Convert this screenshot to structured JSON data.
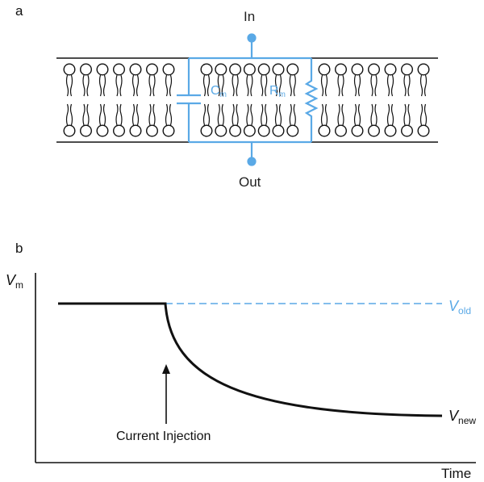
{
  "panel_a": {
    "letter": "a",
    "in_label": "In",
    "out_label": "Out",
    "capacitor": {
      "symbol": "C",
      "subscript": "m"
    },
    "resistor": {
      "symbol": "R",
      "subscript": "m"
    }
  },
  "panel_b": {
    "letter": "b",
    "y_axis": {
      "symbol": "V",
      "subscript": "m"
    },
    "x_axis_label": "Time",
    "v_old": {
      "symbol": "V",
      "subscript": "old"
    },
    "v_new": {
      "symbol": "V",
      "subscript": "new"
    },
    "annotation": "Current Injection"
  },
  "colors": {
    "accent": "#5aa9e6",
    "ink": "#111111"
  },
  "chart_data": {
    "type": "line",
    "title": "",
    "xlabel": "Time",
    "ylabel": "Vm",
    "series": [
      {
        "name": "Vold",
        "style": "dashed",
        "values": "constant at resting level after injection"
      },
      {
        "name": "Vnew",
        "style": "solid",
        "values": "flat at Vold, then exponential decay to Vnew after current injection"
      }
    ],
    "grid": false
  }
}
